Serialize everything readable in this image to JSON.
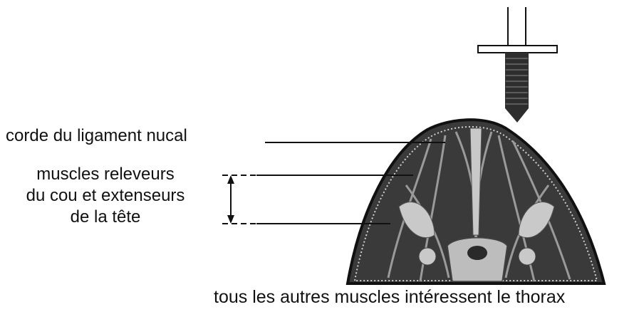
{
  "labels": {
    "corde": "corde du ligament nucal",
    "muscles_line1": "muscles releveurs",
    "muscles_line2": "du cou et extenseurs",
    "muscles_line3": "de la tête",
    "bottom": "tous les autres muscles intéressent le thorax"
  },
  "colors": {
    "background": "#ffffff",
    "ink": "#111111",
    "muscle_dark": "#3a3a3a",
    "tissue_gray": "#9a9a9a",
    "bone_light": "#c9c9c9"
  }
}
